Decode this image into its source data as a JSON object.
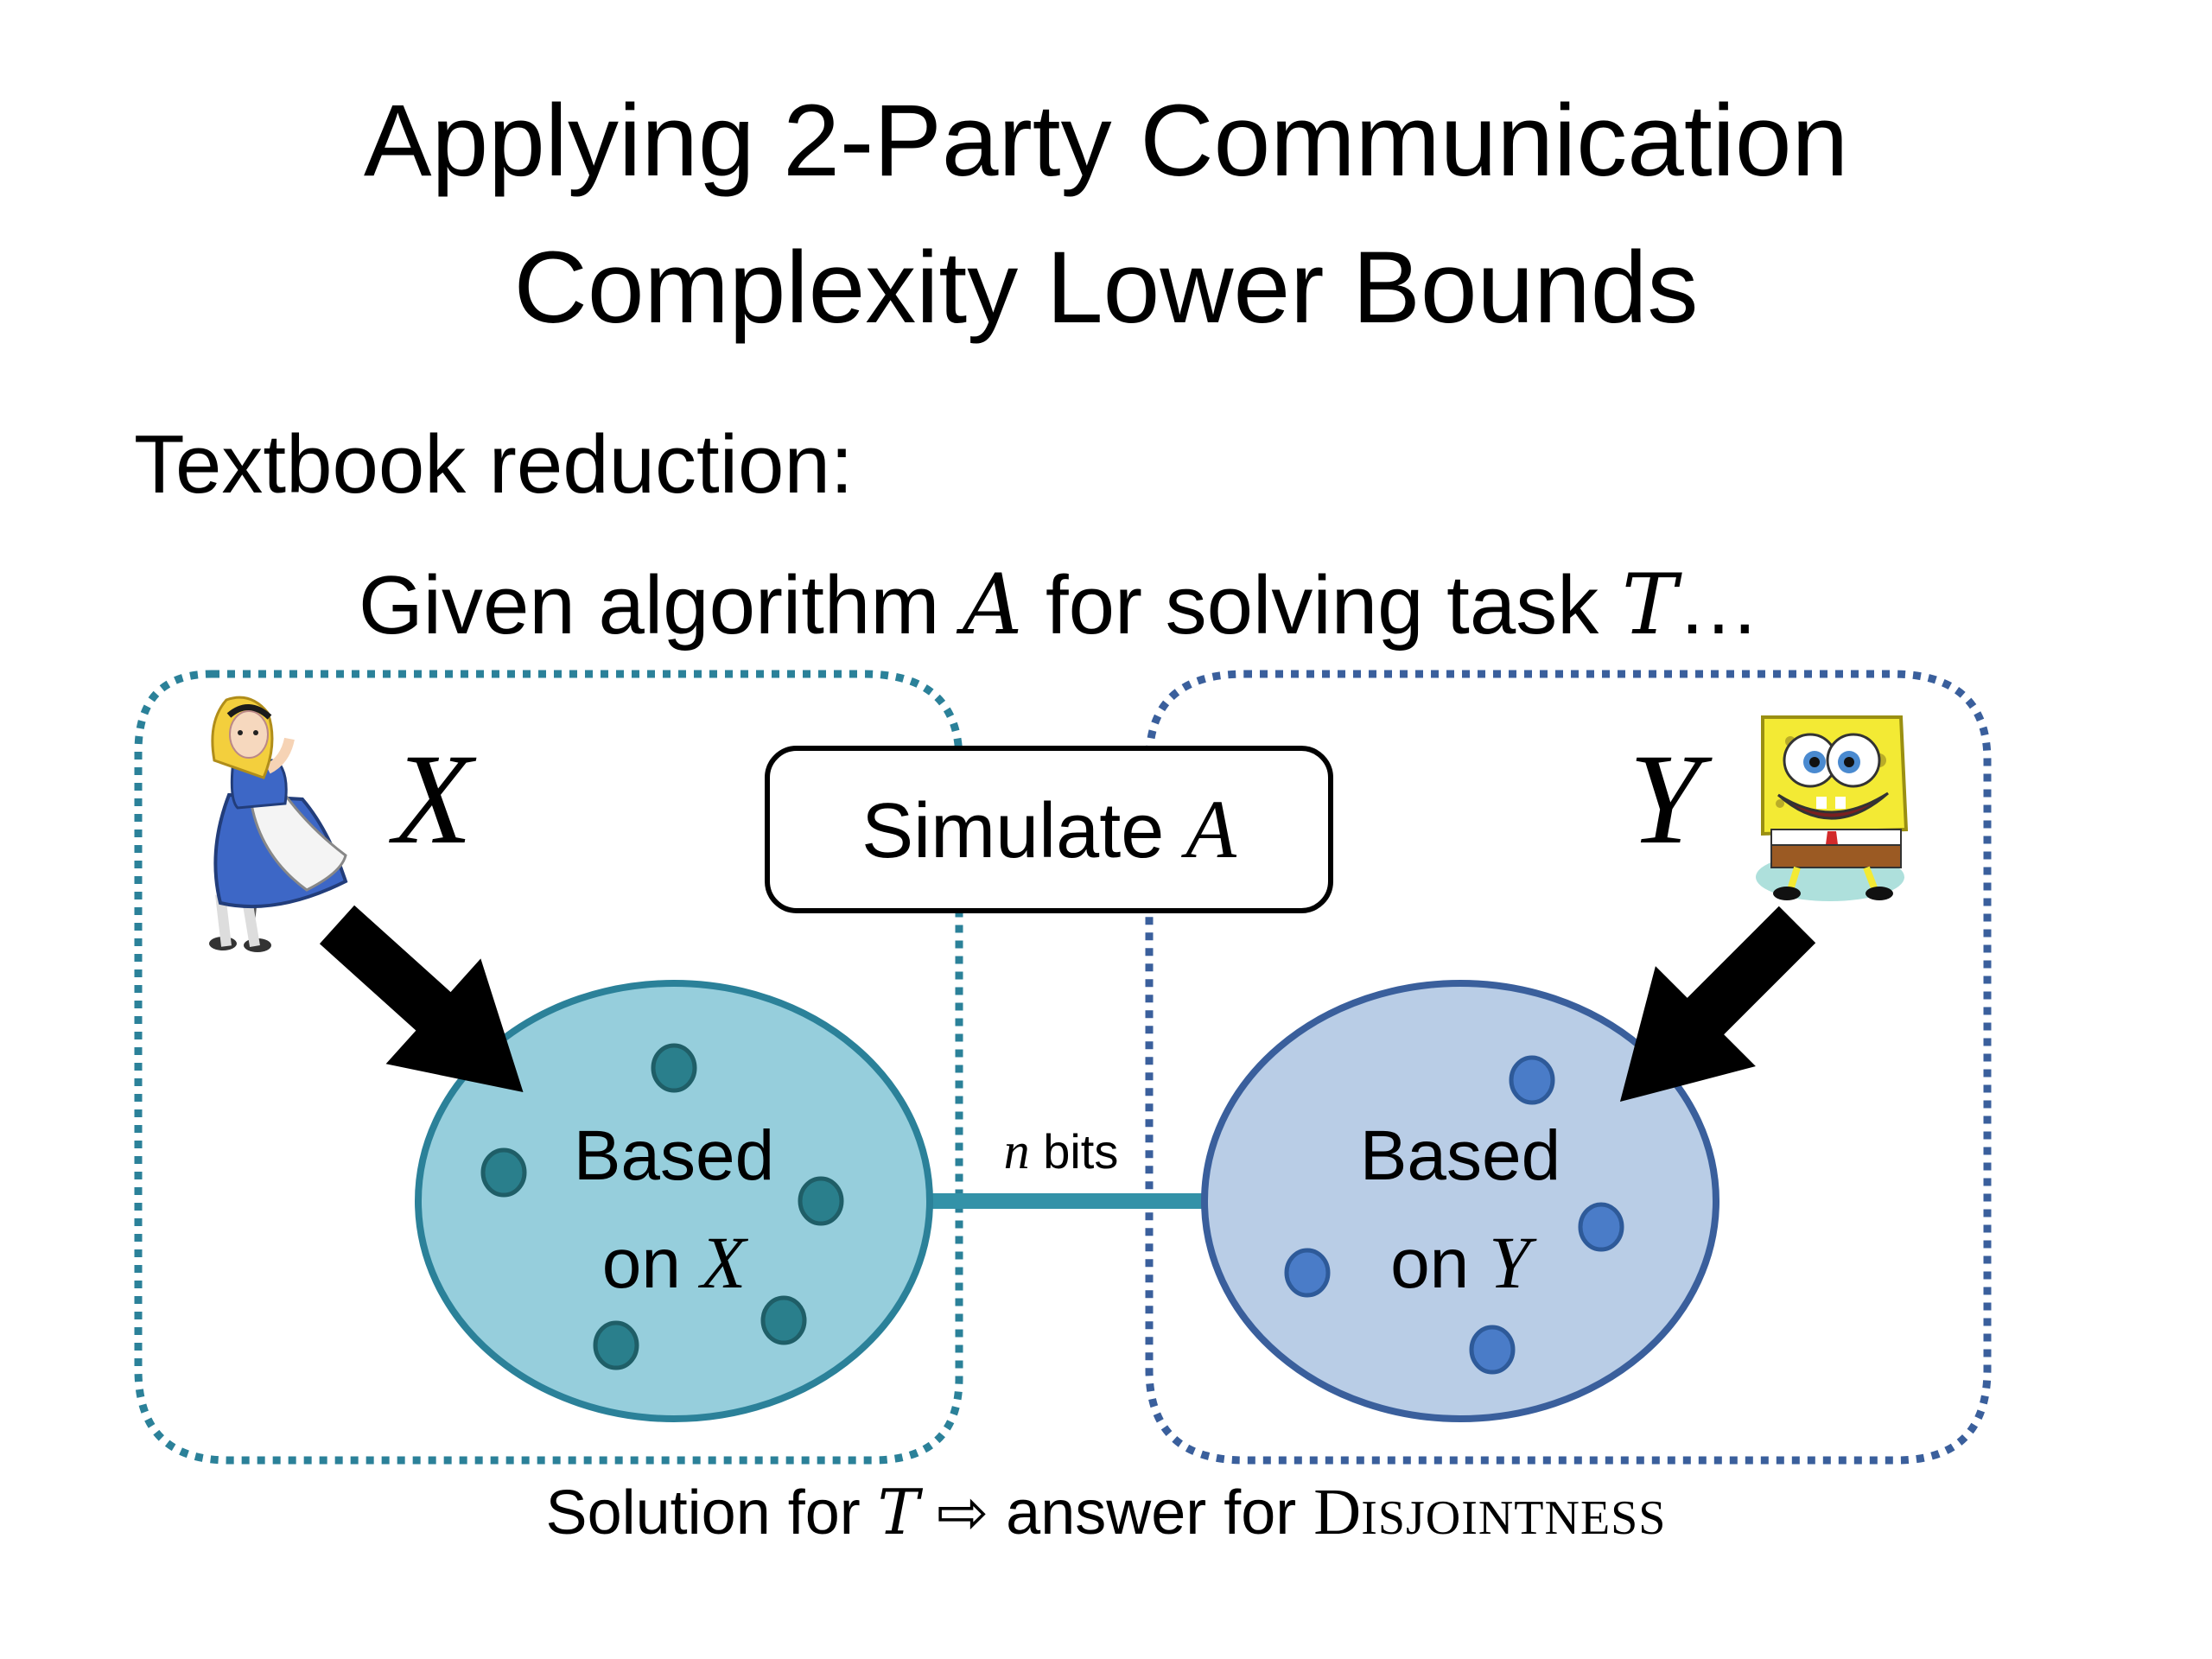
{
  "title": {
    "line1": "Applying 2-Party Communication",
    "line2": "Complexity Lower Bounds"
  },
  "subhead": "Textbook reduction:",
  "given": {
    "prefix": "Given algorithm ",
    "algo_var": "A",
    "middle": " for solving task ",
    "task_var": "T",
    "suffix": "…"
  },
  "diagram": {
    "left_party": {
      "input_var": "X",
      "blob_line1": "Based",
      "blob_line2_prefix": "on ",
      "blob_line2_var": "X"
    },
    "right_party": {
      "input_var": "Y",
      "blob_line1": "Based",
      "blob_line2_prefix": "on ",
      "blob_line2_var": "Y"
    },
    "simulate_box": {
      "label_prefix": "Simulate ",
      "label_var": "A"
    },
    "channel": {
      "var": "n",
      "label": " bits"
    }
  },
  "footer": {
    "prefix": "Solution for ",
    "task_var": "T",
    "arrow": " ⇨ ",
    "middle": "answer for ",
    "problem_first": "D",
    "problem_rest": "ISJOINTNESS"
  },
  "colors": {
    "left_blob_fill": "#96cedc",
    "left_blob_stroke": "#2b8199",
    "left_dot_fill": "#2a7f8c",
    "right_blob_fill": "#b9cde6",
    "right_blob_stroke": "#3a5f9c",
    "right_dot_fill": "#4a7cc8",
    "channel": "#3392a8"
  }
}
